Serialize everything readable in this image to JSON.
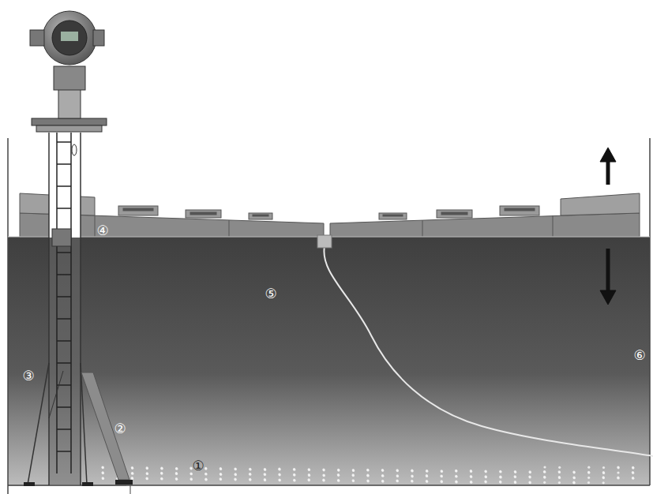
{
  "diagram": {
    "labels": [
      "④",
      "⑤",
      "③",
      "②",
      "①",
      "⑥"
    ]
  }
}
